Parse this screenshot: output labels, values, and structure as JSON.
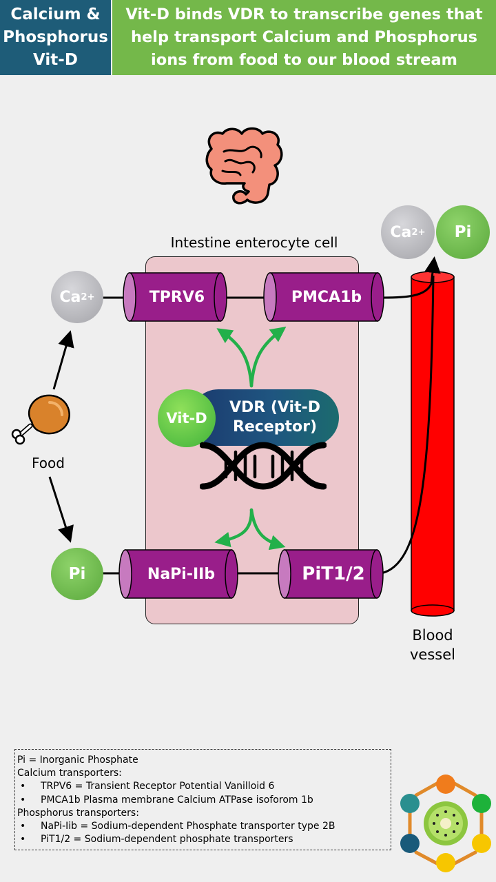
{
  "header": {
    "left": "Calcium &\nPhosphorus\nVit-D",
    "right": "Vit-D binds VDR to transcribe genes that help transport Calcium and Phosphorus ions from food to our blood stream"
  },
  "cell_label": "Intestine enterocyte cell",
  "transporters": {
    "trpv6": "TPRV6",
    "pmca1b": "PMCA1b",
    "napi": "NaPi-IIb",
    "pit": "PiT1/2"
  },
  "ions": {
    "ca_base": "Ca",
    "ca_charge": "2+",
    "pi": "Pi"
  },
  "receptor": {
    "vitd": "Vit-D",
    "vdr": "VDR (Vit-D Receptor)"
  },
  "food_label": "Food",
  "blood_vessel_label": "Blood vessel",
  "legend": {
    "line1": "Pi = Inorganic Phosphate",
    "line2": "Calcium transporters:",
    "line3": "TRPV6 = Transient Receptor Potential Vanilloid 6",
    "line4": "PMCA1b Plasma membrane Calcium ATPase isoforom 1b",
    "line5": "Phosphorus transporters:",
    "line6": "NaPi-Iib = Sodium-dependent Phosphate transporter type 2B",
    "line7": "PiT1/2 = Sodium-dependent phosphate transporters",
    "bullet": "•"
  },
  "colors": {
    "header_left": "#1e5c78",
    "header_right": "#74b84a",
    "cell": "#ecc7cc",
    "transporter": "#991e8a",
    "transporter_cap": "#c77abf",
    "calcium": "#b0b0b5",
    "phosphate": "#6bbf45",
    "arrow_green": "#22b04a",
    "blood": "#ff0000"
  },
  "icons": [
    "intestine-icon",
    "chicken-leg-icon",
    "dna-icon",
    "kiwi-logo-icon"
  ]
}
